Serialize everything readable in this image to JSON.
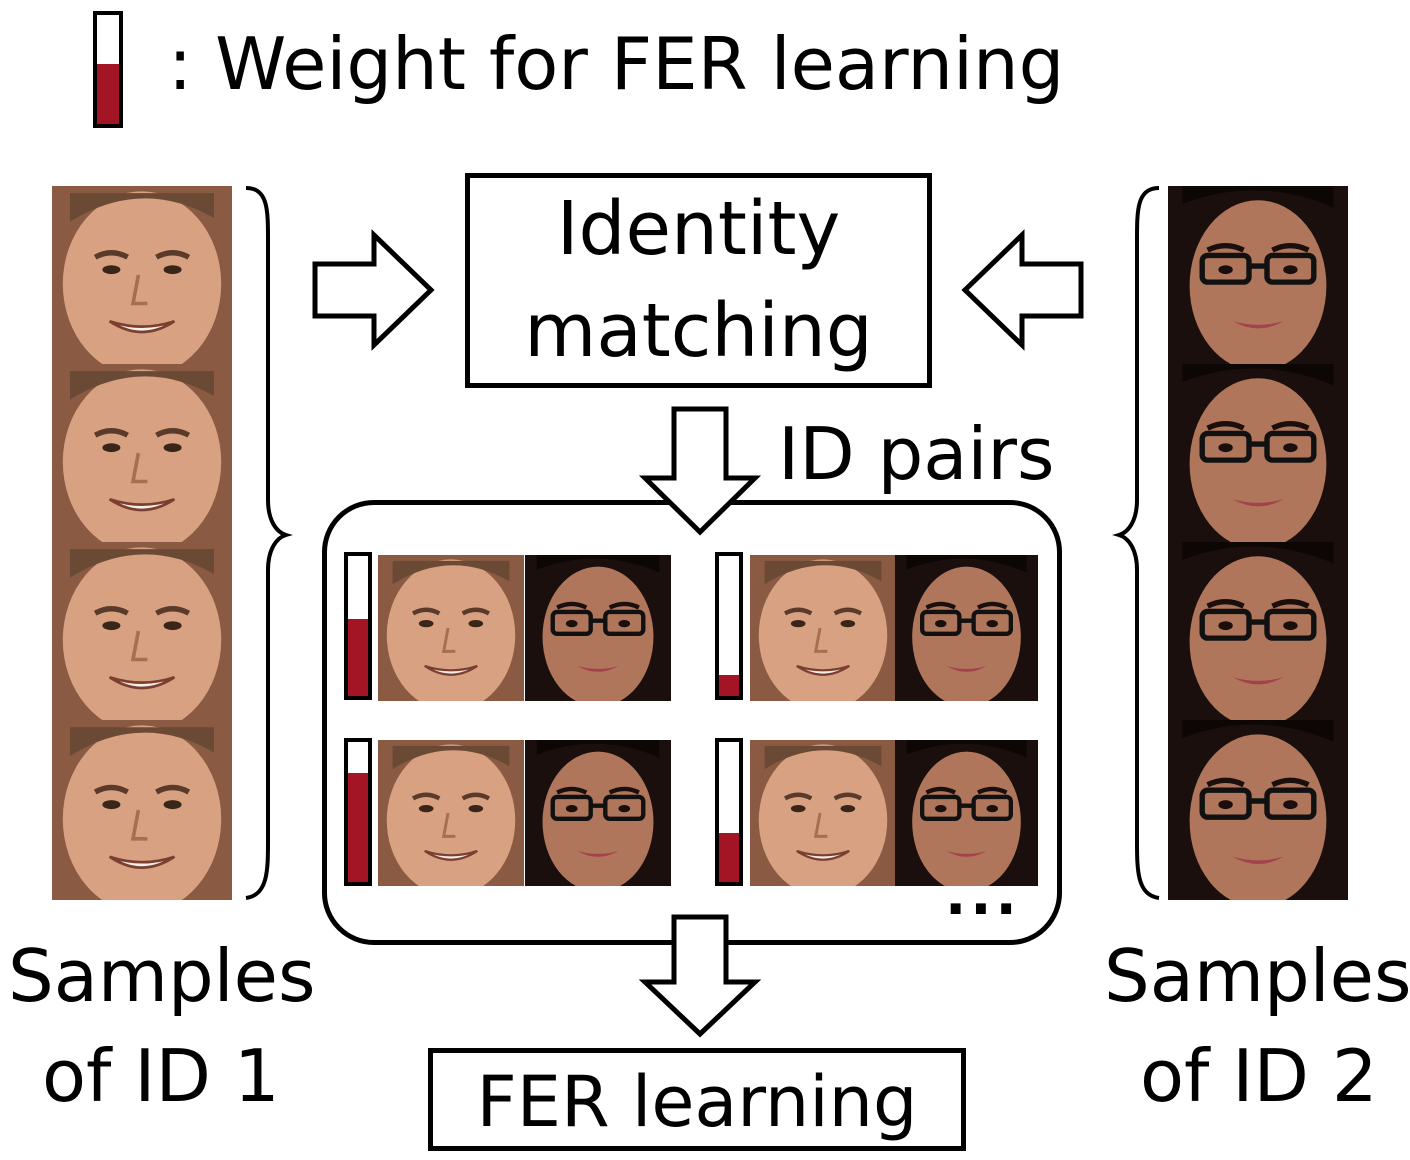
{
  "legend": {
    "text": ": Weight for FER learning",
    "fill_fraction": 0.55,
    "fill_color": "#a31524"
  },
  "identity_box": {
    "line1": "Identity",
    "line2": "matching"
  },
  "id_pairs_label": "ID pairs",
  "ellipsis": "...",
  "fer_box": {
    "label": "FER learning"
  },
  "left_caption": {
    "line1": "Samples",
    "line2": "of ID 1"
  },
  "right_caption": {
    "line1": "Samples",
    "line2": "of ID 2"
  },
  "pairs": [
    {
      "weight": 0.55
    },
    {
      "weight": 0.15
    },
    {
      "weight": 0.78
    },
    {
      "weight": 0.35
    }
  ],
  "colors": {
    "male_skin": "#d8a181",
    "male_dark": "#8a5a43",
    "female_skin": "#b0765c",
    "female_hair": "#1a0f0c",
    "weight_fill": "#a31524"
  }
}
